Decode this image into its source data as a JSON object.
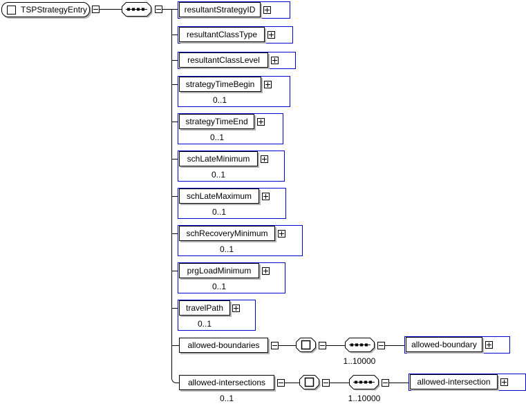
{
  "root": {
    "label": "TSPStrategyEntry"
  },
  "compositor": {
    "type": "sequence"
  },
  "children": [
    {
      "label": "resultantStrategyID"
    },
    {
      "label": "resultantClassType"
    },
    {
      "label": "resultantClassLevel"
    },
    {
      "label": "strategyTimeBegin",
      "occurrence": "0..1"
    },
    {
      "label": "strategyTimeEnd",
      "occurrence": "0..1"
    },
    {
      "label": "schLateMinimum",
      "occurrence": "0..1"
    },
    {
      "label": "schLateMaximum",
      "occurrence": "0..1"
    },
    {
      "label": "schRecoveryMinimum",
      "occurrence": "0..1"
    },
    {
      "label": "prgLoadMinimum",
      "occurrence": "0..1"
    },
    {
      "label": "travelPath",
      "occurrence": "0..1"
    },
    {
      "label": "allowed-boundaries",
      "inner_sequence_occurrence": "1..10000",
      "child": {
        "label": "allowed-boundary"
      }
    },
    {
      "label": "allowed-intersections",
      "occurrence": "0..1",
      "inner_sequence_occurrence": "1..10000",
      "child": {
        "label": "allowed-intersection"
      }
    }
  ],
  "icons": {
    "root_icon": "element-square",
    "sequence_icon": "dotted-squares-octagon",
    "complex_content_icon": "square-in-octagon",
    "expand_icon": "plus-box",
    "collapse_icon": "minus-box"
  },
  "colors": {
    "frame_blue": "#0000cc",
    "shadow_gray": "#b2b2b2",
    "line_black": "#000000",
    "box_background": "#ffffff"
  }
}
